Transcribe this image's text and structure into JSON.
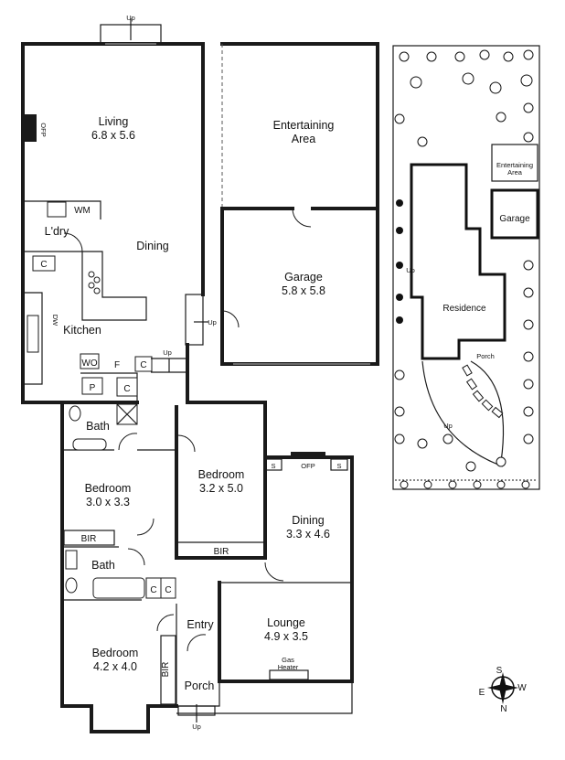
{
  "floor_plan": {
    "rooms": {
      "living": {
        "name": "Living",
        "size": "6.8 x 5.6"
      },
      "entertaining": {
        "name_line1": "Entertaining",
        "name_line2": "Area"
      },
      "garage": {
        "name": "Garage",
        "size": "5.8 x 5.8"
      },
      "dining_main": {
        "name": "Dining"
      },
      "laundry": {
        "name": "L'dry"
      },
      "kitchen": {
        "name": "Kitchen"
      },
      "bath1": {
        "name": "Bath"
      },
      "bedroom_small": {
        "name": "Bedroom",
        "size": "3.0 x 3.3"
      },
      "bedroom_mid": {
        "name": "Bedroom",
        "size": "3.2 x 5.0"
      },
      "dining_front": {
        "name": "Dining",
        "size": "3.3 x 4.6"
      },
      "bath2": {
        "name": "Bath"
      },
      "entry": {
        "name": "Entry"
      },
      "lounge": {
        "name": "Lounge",
        "size": "4.9 x 3.5"
      },
      "bedroom_front": {
        "name": "Bedroom",
        "size": "4.2 x 4.0"
      },
      "porch": {
        "name": "Porch"
      }
    },
    "fixtures": {
      "wm": "WM",
      "c": "C",
      "dw": "DW",
      "wo": "WO",
      "f": "F",
      "p": "P",
      "bir": "BIR",
      "s": "S",
      "ofp": "OFP",
      "gas_heater_line1": "Gas",
      "gas_heater_line2": "Heater"
    },
    "up_label": "Up"
  },
  "site_plan": {
    "entertaining_line1": "Entertaining",
    "entertaining_line2": "Area",
    "garage": "Garage",
    "residence": "Residence",
    "porch": "Porch",
    "up_label": "Up"
  },
  "compass": {
    "n": "N",
    "s": "S",
    "e": "E",
    "w": "W"
  }
}
